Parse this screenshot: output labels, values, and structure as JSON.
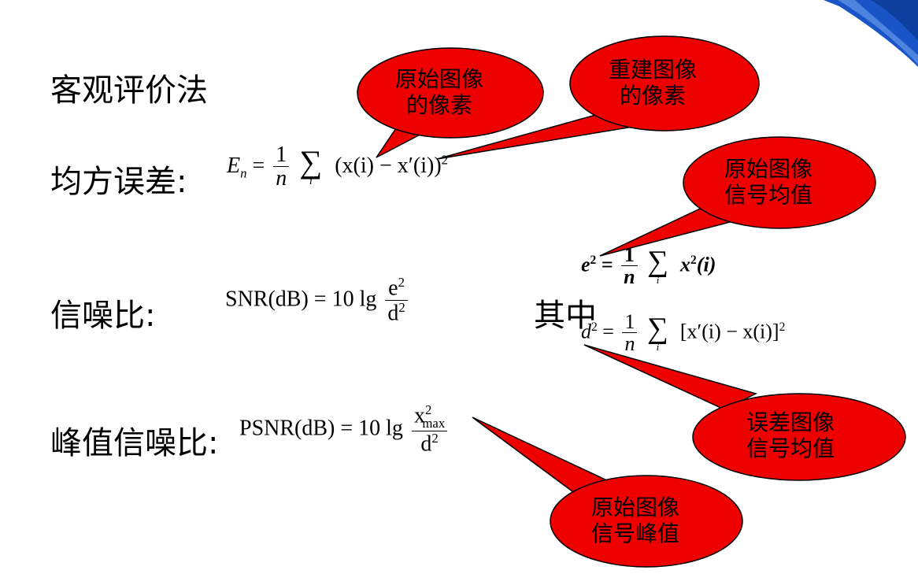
{
  "colors": {
    "callout_fill": "#ee0000",
    "callout_stroke": "#000000",
    "corner_blue": "#1a55c8"
  },
  "headings": {
    "title": "客观评价法",
    "mse": "均方误差:",
    "snr": "信噪比:",
    "qizhong": "其中",
    "psnr": "峰值信噪比:"
  },
  "formulas": {
    "mse": {
      "E": "E",
      "n_sub": "n",
      "eq": " = ",
      "one": "1",
      "n": "n",
      "sum": "∑",
      "sum_sub": "i",
      "body": "(x(i) − x′(i))",
      "sq": "2"
    },
    "snr": {
      "lhs": "SNR(dB) = 10 lg",
      "num": "e",
      "num_sq": "2",
      "den": "d",
      "den_sq": "2"
    },
    "e2": {
      "lhs": "e",
      "sq": "2",
      "eq": " = ",
      "one": "1",
      "n": "n",
      "sum": "∑",
      "sum_sub": "i",
      "body": "x",
      "body_sq": "2",
      "body_tail": "(i)"
    },
    "d2": {
      "lhs": "d",
      "sq": "2",
      "eq": " = ",
      "one": "1",
      "n": "n",
      "sum": "∑",
      "sum_sub": "i",
      "body": "[x′(i) − x(i)]",
      "body_sq": "2"
    },
    "psnr": {
      "lhs": "PSNR(dB) = 10 lg",
      "num": "x",
      "num_sup": "2",
      "num_sub": "max",
      "den": "d",
      "den_sq": "2"
    }
  },
  "callouts": [
    {
      "id": "orig-pixel",
      "line1": "原始图像",
      "line2": "的像素"
    },
    {
      "id": "recon-pixel",
      "line1": "重建图像",
      "line2": "的像素"
    },
    {
      "id": "orig-mean",
      "line1": "原始图像",
      "line2": "信号均值"
    },
    {
      "id": "err-mean",
      "line1": "误差图像",
      "line2": "信号均值"
    },
    {
      "id": "orig-peak",
      "line1": "原始图像",
      "line2": "信号峰值"
    }
  ]
}
